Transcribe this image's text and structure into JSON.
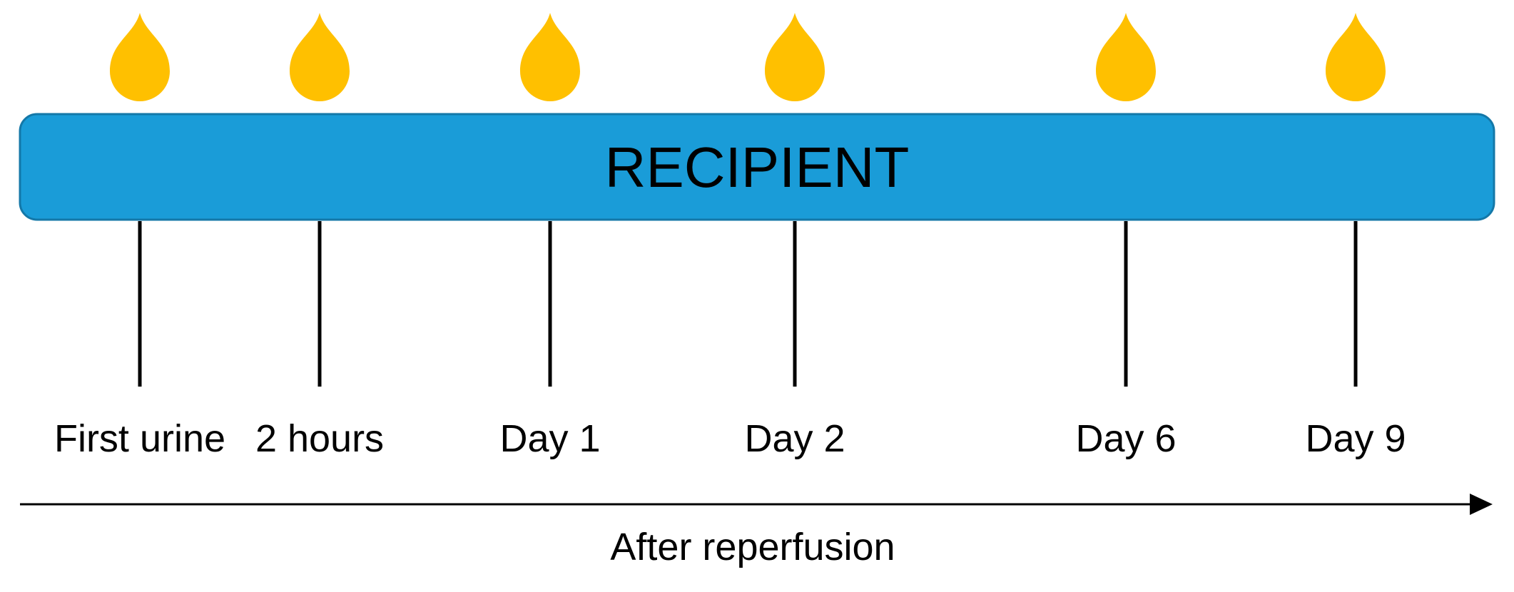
{
  "bar": {
    "label": "RECIPIENT",
    "fill": "#1a9cd8",
    "stroke": "#1478a8"
  },
  "drop_color": "#ffc000",
  "timepoints": [
    {
      "label": "First urine"
    },
    {
      "label": "2 hours"
    },
    {
      "label": "Day 1"
    },
    {
      "label": "Day 2"
    },
    {
      "label": "Day 6"
    },
    {
      "label": "Day 9"
    }
  ],
  "axis": {
    "label": "After reperfusion"
  }
}
